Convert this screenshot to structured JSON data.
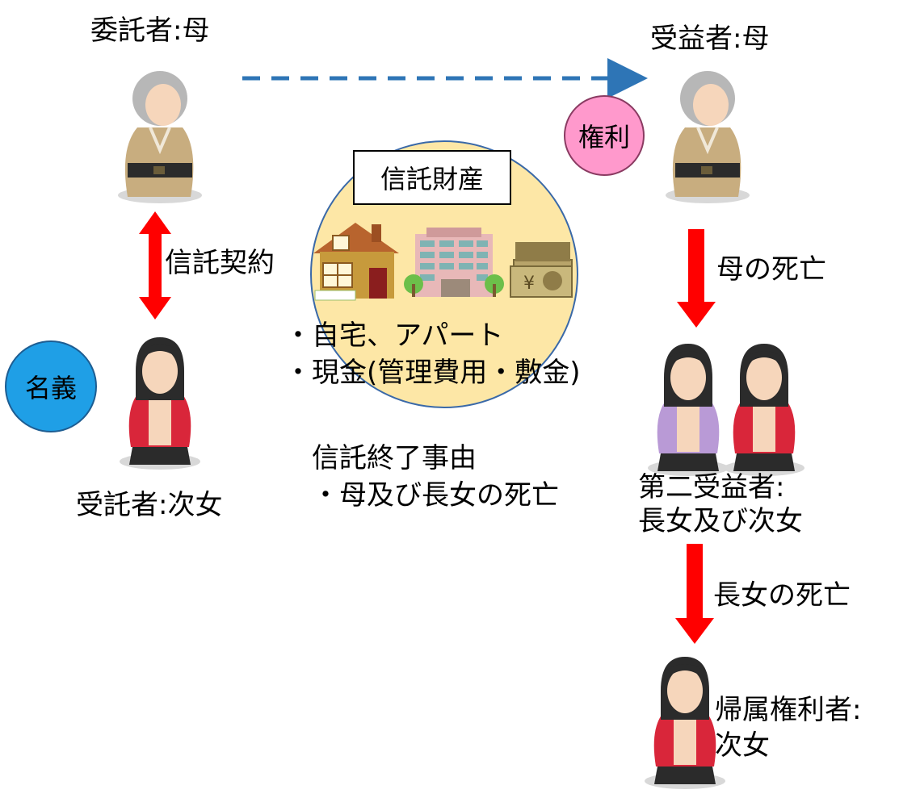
{
  "settlor_label": "委託者:母",
  "beneficiary_label": "受益者:母",
  "trustee_label": "受託者:次女",
  "second_beneficiary_label_line1": "第二受益者:",
  "second_beneficiary_label_line2": "長女及び次女",
  "vested_holder_label_line1": "帰属権利者:",
  "vested_holder_label_line2": "次女",
  "trust_contract_label": "信託契約",
  "mother_death_label": "母の死亡",
  "eldest_death_label": "長女の死亡",
  "rights_badge": "権利",
  "title_badge": "名義",
  "trust_property_title": "信託財産",
  "property_item_1": "・自宅、アパート",
  "property_item_2": "・現金(管理費用・敷金)",
  "termination_heading": "信託終了事由",
  "termination_item_1": "・母及び長女の死亡",
  "colors": {
    "arrow_red": "#ff0000",
    "dashed_blue": "#2e75b6",
    "property_circle": "#fde7a6",
    "rights_pink": "#ff99cc",
    "title_blue": "#1f9fe6"
  }
}
